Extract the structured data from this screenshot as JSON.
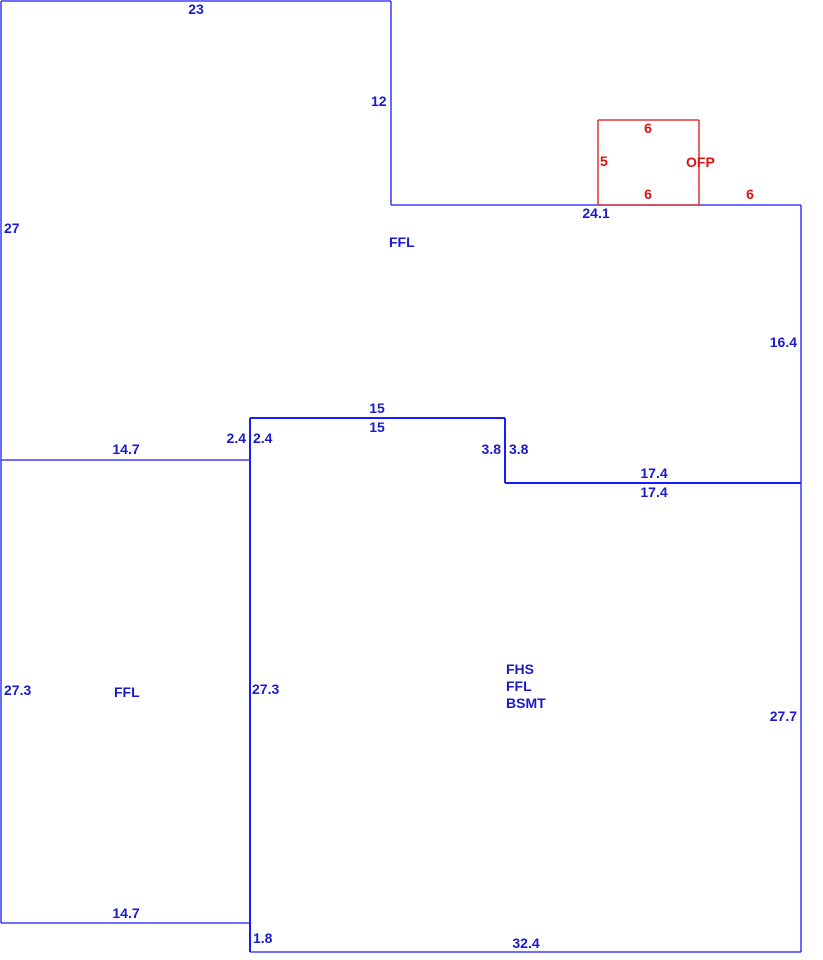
{
  "colors": {
    "primary_line": "#1a1aff",
    "primary_text": "#1a1acc",
    "secondary_line": "#e01010",
    "secondary_text": "#dd1111"
  },
  "upper_section": {
    "code": "FFL",
    "dims": {
      "top": "23",
      "step_vertical": "12",
      "left": "27",
      "bottom_run": "24.1",
      "right": "16.4"
    }
  },
  "left_wing": {
    "code": "FFL",
    "dims": {
      "top": "14.7",
      "left": "27.3",
      "bottom": "14.7",
      "offset": "2.4"
    }
  },
  "main_section": {
    "codes": [
      "FHS",
      "FFL",
      "BSMT"
    ],
    "dims": {
      "offset": "2.4",
      "top": "15",
      "top_inner": "15",
      "notch_left": "3.8",
      "notch_right": "3.8",
      "notch_top": "17.4",
      "notch_bottom": "17.4",
      "left": "27.3",
      "right": "27.7",
      "bottom": "32.4",
      "corner": "1.8"
    }
  },
  "porch": {
    "code": "OFP",
    "dims": {
      "top": "6",
      "left": "5",
      "bottom": "6",
      "right_run": "6"
    }
  }
}
